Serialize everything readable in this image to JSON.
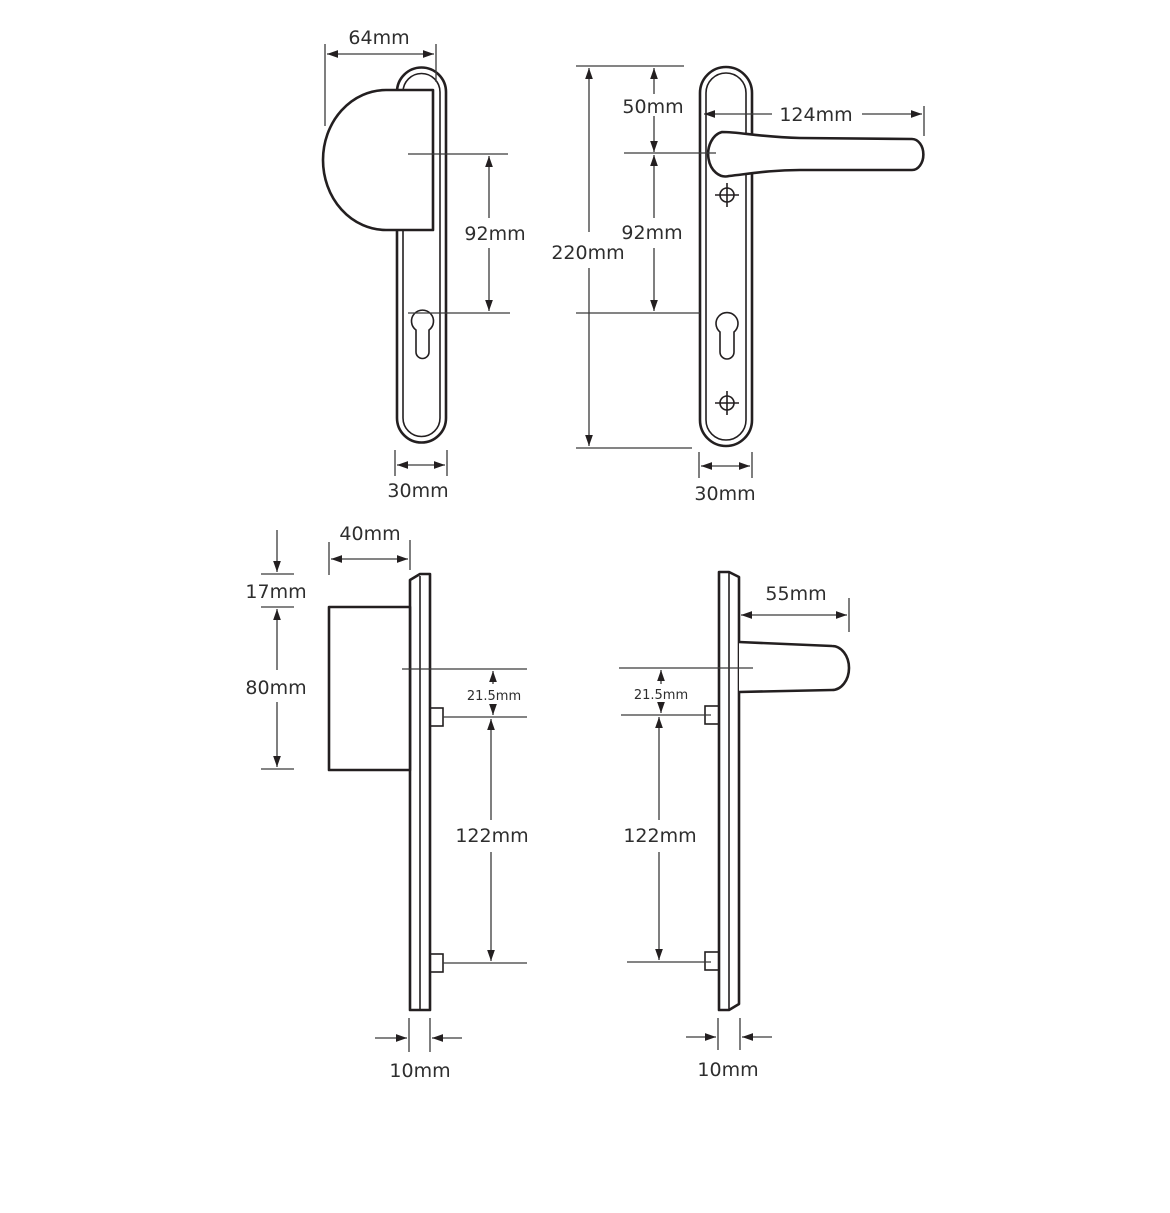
{
  "diagram": {
    "title": "Door handle dimension drawing",
    "line_color": "#231f20",
    "background": "#ffffff",
    "views": {
      "front_pad_handle": {
        "label_width_pad": "64mm",
        "label_centers": "92mm",
        "label_plate_width": "30mm"
      },
      "front_lever_handle": {
        "label_top_to_lever": "50mm",
        "label_lever_length": "124mm",
        "label_centers": "92mm",
        "label_plate_length": "220mm",
        "label_plate_width": "30mm"
      },
      "side_pad_handle": {
        "label_pad_projection": "40mm",
        "label_top_offset": "17mm",
        "label_pad_height": "80mm",
        "label_spindle_to_fixing": "21.5mm",
        "label_fixing_centers": "122mm",
        "label_plate_thickness": "10mm"
      },
      "side_lever_handle": {
        "label_lever_projection": "55mm",
        "label_spindle_to_fixing": "21.5mm",
        "label_fixing_centers": "122mm",
        "label_plate_thickness": "10mm"
      }
    }
  }
}
